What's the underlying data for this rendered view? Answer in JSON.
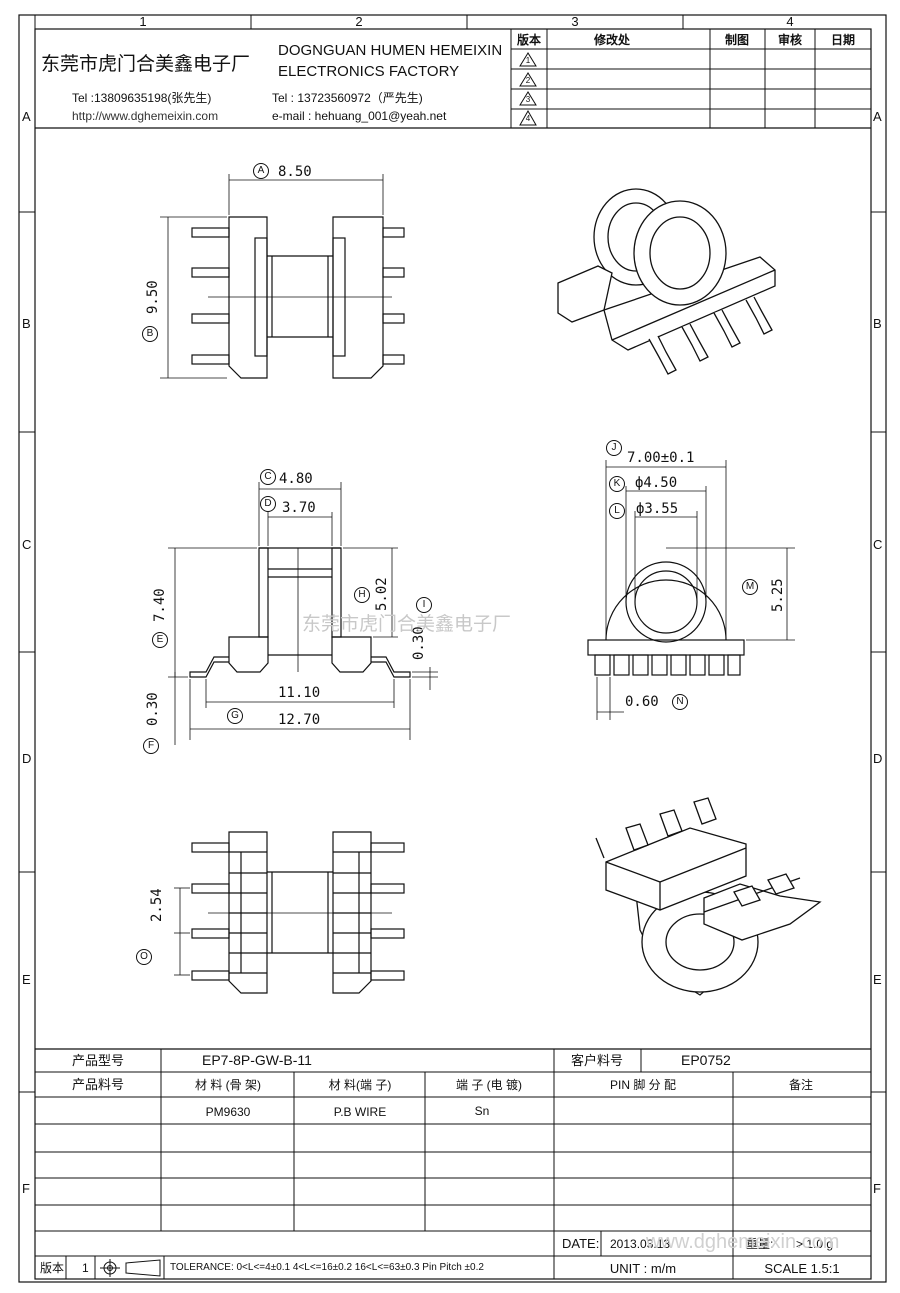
{
  "grid": {
    "columns": [
      "1",
      "2",
      "3",
      "4"
    ],
    "rows": [
      "A",
      "B",
      "C",
      "D",
      "E",
      "F"
    ]
  },
  "header": {
    "company_cn": "东莞市虎门合美鑫电子厂",
    "company_en_line1": "DOGNGUAN HUMEN HEMEIXIN",
    "company_en_line2": "ELECTRONICS FACTORY",
    "tel1": "Tel :13809635198(张先生)",
    "website": "http://www.dghemeixin.com",
    "tel2": "Tel : 13723560972（严先生)",
    "email": "e-mail : hehuang_001@yeah.net"
  },
  "revision_table": {
    "headers": [
      "版本",
      "修改处",
      "制图",
      "审核",
      "日期"
    ],
    "rows": [
      "1",
      "2",
      "3",
      "4"
    ]
  },
  "dimensions": {
    "A_label": "A",
    "A_value": "8.50",
    "B_label": "B",
    "B_value": "9.50",
    "C_label": "C",
    "C_value": "4.80",
    "D_label": "D",
    "D_value": "3.70",
    "E_label": "E",
    "E_value": "7.40",
    "F_label": "F",
    "F_value": "0.30",
    "G_label": "G",
    "G_value": "12.70",
    "G2_value": "11.10",
    "H_label": "H",
    "H_value": "5.02",
    "I_label": "I",
    "I_value": "0.30",
    "J_label": "J",
    "J_value": "7.00±0.1",
    "K_label": "K",
    "K_value": "ф4.50",
    "L_label": "L",
    "L_value": "ф3.55",
    "M_label": "M",
    "M_value": "5.25",
    "N_label": "N",
    "N_value": "0.60",
    "O_label": "O",
    "O_value": "2.54"
  },
  "watermark_center": "东莞市虎门合美鑫电子厂",
  "info_table": {
    "product_model_label": "产品型号",
    "product_model_value": "EP7-8P-GW-B-11",
    "customer_pn_label": "客户料号",
    "customer_pn_value": "EP0752",
    "product_pn_label": "产品料号",
    "col_material_bobbin": "材 料 (骨 架)",
    "col_material_pin": "材 料(端 子)",
    "col_plating": "端 子 (电 镀)",
    "col_pin_assignment": "PIN 脚 分 配",
    "col_remarks": "备注",
    "material_bobbin": "PM9630",
    "material_pin": "P.B WIRE",
    "plating": "Sn",
    "date_label": "DATE:",
    "date_value": "2013.03.13",
    "weight_label": "重量:",
    "weight_value": "> 1.0 g",
    "unit_label": "UNIT : m/m",
    "scale_label": "SCALE  1.5:1",
    "version_label": "版本",
    "version_value": "1",
    "tolerance": "TOLERANCE:  0<L<=4±0.1  4<L<=16±0.2  16<L<=63±0.3  Pin Pitch  ±0.2"
  },
  "watermark_footer": "www.dghemeixin.com"
}
